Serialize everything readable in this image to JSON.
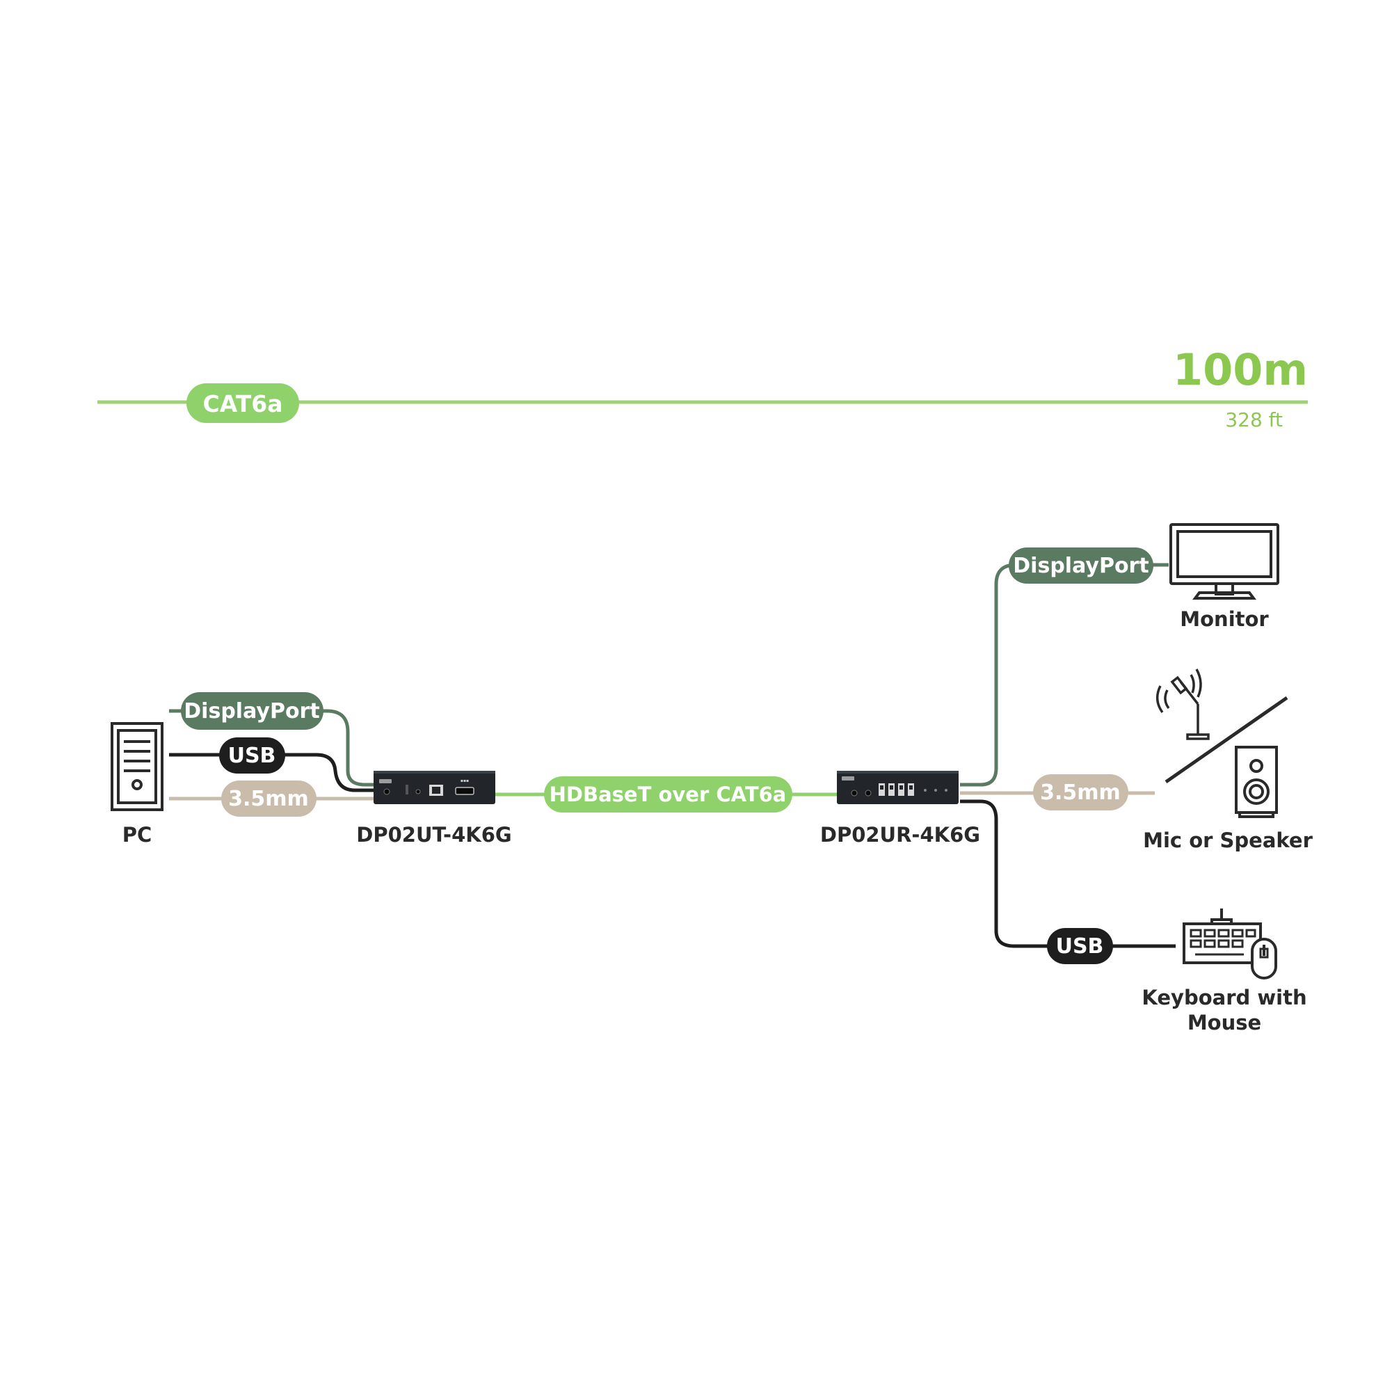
{
  "colors": {
    "cat_green": "#8fd16a",
    "cat_line": "#9ed273",
    "dp_green": "#5a7a62",
    "usb_black": "#1e1e1e",
    "audio_tan": "#c9bcaa",
    "label_dark": "#2a2a2a",
    "distance_green": "#8cc850",
    "device_body": "#22262b"
  },
  "cable_run": {
    "label": "CAT6a",
    "distance": "100m",
    "distance_ft": "328 ft"
  },
  "transmitter": {
    "model": "DP02UT-4K6G",
    "inputs": {
      "displayport": "DisplayPort",
      "usb": "USB",
      "audio": "3.5mm"
    }
  },
  "link": {
    "label": "HDBaseT over CAT6a"
  },
  "receiver": {
    "model": "DP02UR-4K6G",
    "outputs": {
      "displayport": "DisplayPort",
      "audio": "3.5mm",
      "usb": "USB"
    }
  },
  "devices": {
    "pc": "PC",
    "monitor": "Monitor",
    "mic_speaker": "Mic or Speaker",
    "keyboard_line1": "Keyboard with",
    "keyboard_line2": "Mouse"
  },
  "icons": [
    "pc-tower-icon",
    "monitor-icon",
    "microphone-icon",
    "speaker-icon",
    "keyboard-icon",
    "mouse-icon"
  ]
}
